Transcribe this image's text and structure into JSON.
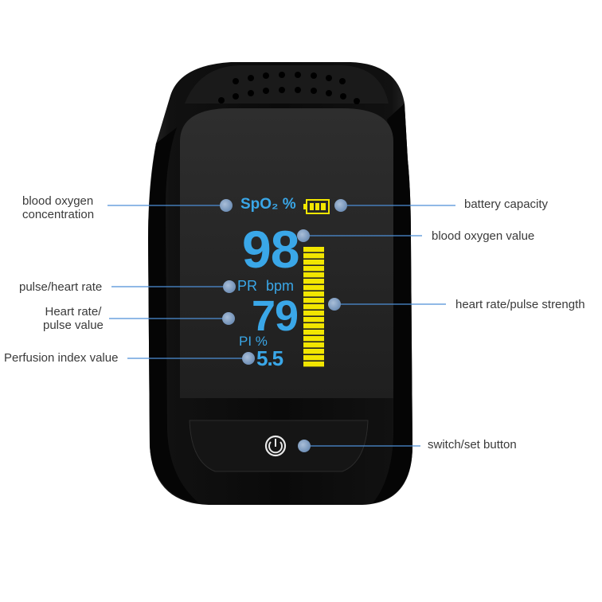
{
  "display": {
    "spo2_label": "SpO₂ %",
    "spo2_value": "98",
    "pr_label": "PR bpm",
    "pr_value": "79",
    "pi_label": "PI %",
    "pi_value": "5.5"
  },
  "callouts": {
    "blood_oxygen_concentration": "blood oxygen\nconcentration",
    "battery_capacity": "battery capacity",
    "blood_oxygen_value": "blood oxygen value",
    "pulse_heart_rate": "pulse/heart rate",
    "heart_rate_pulse_strength": "heart rate/pulse strength",
    "heart_rate_pulse_value": "Heart rate/\npulse value",
    "perfusion_index_value": "Perfusion index value",
    "switch_set_button": "switch/set button"
  },
  "colors": {
    "lcd_text": "#3aa7e8",
    "pulse_bar": "#f2e600",
    "battery": "#f2e600",
    "device_body": "#0c0c0c",
    "screen": "#262626",
    "callout_line": "#4d8fd6",
    "callout_dot": "#8aa6c9"
  },
  "icons": [
    "battery-icon",
    "power-icon",
    "speaker-grill"
  ]
}
